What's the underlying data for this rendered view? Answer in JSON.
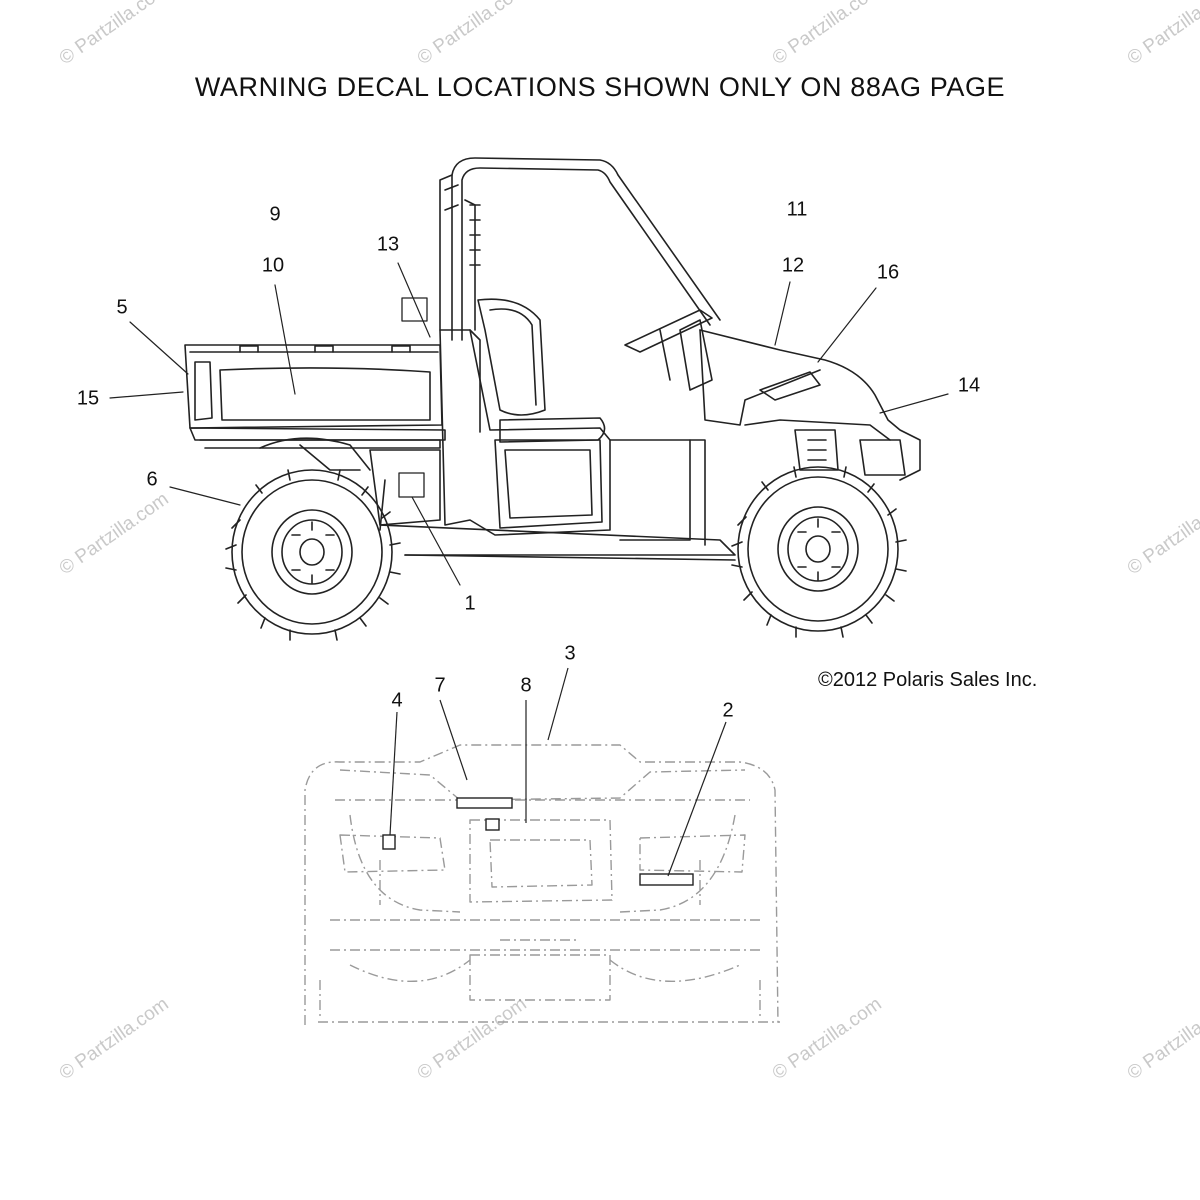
{
  "title": "WARNING DECAL LOCATIONS SHOWN ONLY ON 88AG PAGE",
  "copyright": "©2012 Polaris Sales Inc.",
  "watermark": "© Partzilla.com",
  "callouts": {
    "c1": "1",
    "c2": "2",
    "c3": "3",
    "c4": "4",
    "c5": "5",
    "c6": "6",
    "c7": "7",
    "c8": "8",
    "c9": "9",
    "c10": "10",
    "c11": "11",
    "c12": "12",
    "c13": "13",
    "c14": "14",
    "c15": "15",
    "c16": "16"
  },
  "colors": {
    "line": "#222222",
    "dashed_line": "#9a9a9a",
    "watermark": "#c9c9c9"
  }
}
